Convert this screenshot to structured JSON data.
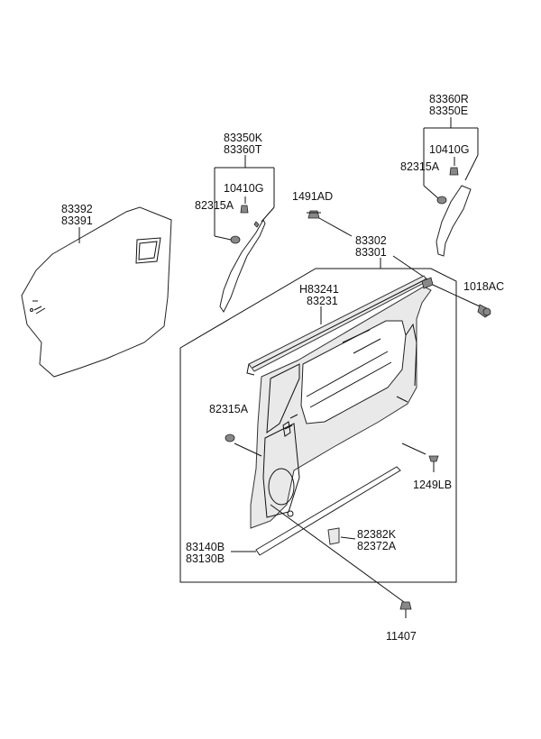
{
  "labels": {
    "l83392": "83392",
    "l83391": "83391",
    "l83350K": "83350K",
    "l83360T": "83360T",
    "l10410G_a": "10410G",
    "l82315A_a": "82315A",
    "l1491AD": "1491AD",
    "l83360R": "83360R",
    "l83350E": "83350E",
    "l10410G_b": "10410G",
    "l82315A_b": "82315A",
    "l83302": "83302",
    "l83301": "83301",
    "l1018AC": "1018AC",
    "lH83241": "H83241",
    "l83231": "83231",
    "l82315A_c": "82315A",
    "l1249LB": "1249LB",
    "l82382K": "82382K",
    "l82372A": "82372A",
    "l83140B": "83140B",
    "l83130B": "83130B",
    "l11407": "11407"
  }
}
